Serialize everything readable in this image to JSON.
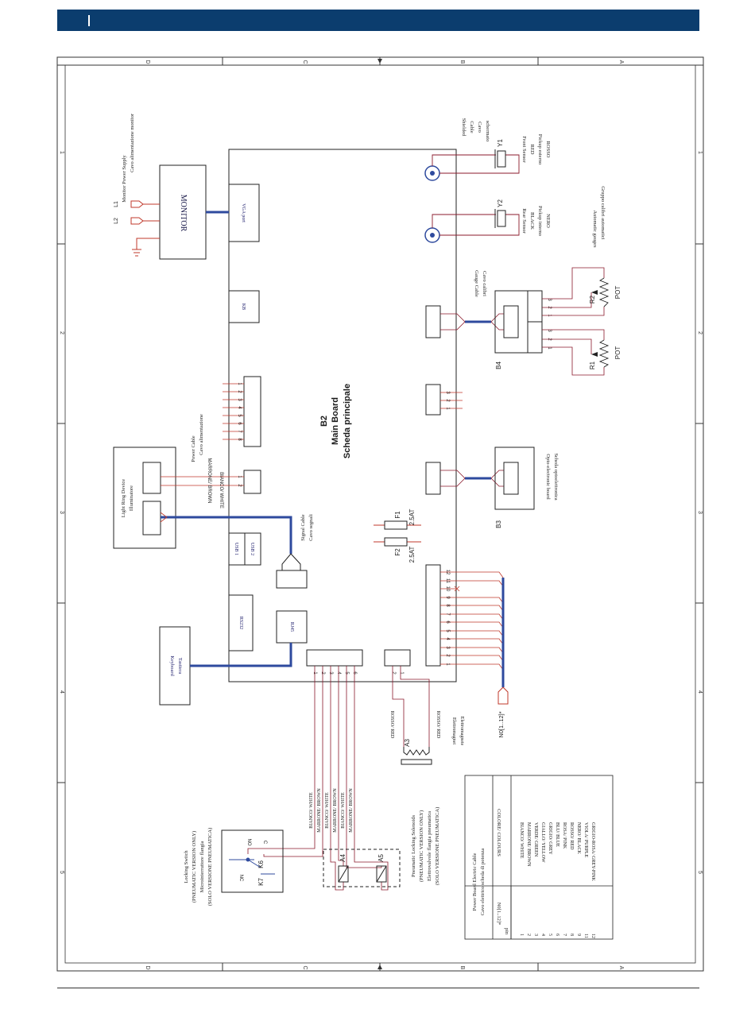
{
  "frame": {
    "cols": [
      "D",
      "C",
      "B",
      "A"
    ],
    "rows": [
      "1",
      "2",
      "3",
      "4",
      "5"
    ]
  },
  "monitor": {
    "label": "MONITOR",
    "power_supply": [
      "Monitor Power Supply",
      "Cavo alimentazione monitor"
    ],
    "l1": "L1",
    "l2": "L2"
  },
  "main_board": {
    "id": "B2",
    "title_en": "Main Board",
    "title_it": "Scheda principale",
    "vga": "VGA port",
    "kb": "KB",
    "usb1": "USB 1",
    "usb2": "USB 2",
    "rs232": "RS232",
    "rj45": "RJ45"
  },
  "power_cable": {
    "lines": [
      "Power Cable",
      "Cavo alimentazione"
    ],
    "pins": [
      "1",
      "2",
      "3",
      "4",
      "5",
      "6",
      "7",
      "8"
    ]
  },
  "light_ring": {
    "lines": [
      "Light Ring Device",
      "Illuminatore"
    ],
    "wire1": "MARRONE/ BROWN",
    "wire2": "BIANCO/ WHITE",
    "pins": [
      "1",
      "2"
    ]
  },
  "signal_cable": [
    "Signal Cable",
    "Cavo segnali"
  ],
  "keyboard": [
    "Keyboard",
    "Tastiera"
  ],
  "shielded": [
    "Shielded",
    "Cable",
    "Cavo",
    "schermato"
  ],
  "front_sensor": {
    "id": "Y1",
    "lines": [
      "Front Sensor",
      "RED",
      "Pickup esterno",
      "ROSSO"
    ]
  },
  "rear_sensor": {
    "id": "Y2",
    "lines": [
      "Rear Sensor",
      "BLACK",
      "Pickup interno",
      "NERO"
    ]
  },
  "gauge_cable": [
    "Gauge Cable",
    "Cavo calibri"
  ],
  "auto_gauges": [
    "Automatic gauges",
    "Gruppo calibri automatici"
  ],
  "b4": {
    "id": "B4",
    "r1": "R1",
    "r2": "R2",
    "pot": "POT",
    "pins": [
      "3",
      "2",
      "1"
    ]
  },
  "conn_3pin": [
    "3",
    "2",
    "1"
  ],
  "opto": {
    "id": "B3",
    "lines": [
      "Opto-electronic board",
      "Scheda optoelettronica"
    ]
  },
  "fuses": [
    {
      "id": "F1",
      "rating": "2.5AT"
    },
    {
      "id": "F2",
      "rating": "2.5AT"
    }
  ],
  "connector_12": {
    "pins": [
      "12",
      "11",
      "10",
      "9",
      "8",
      "7",
      "6",
      "5",
      "4",
      "3",
      "2",
      "1"
    ],
    "bus_label": "N0[1..12]*"
  },
  "locking_switch": {
    "lines": [
      "Locking Switch",
      "(PNEUMATIC VERSION ONLY)",
      "Microinterruttore flangia",
      "(SOLO VERSIONE PNEUMATICA)"
    ],
    "k6": "K6",
    "k7": "K7",
    "nc": "NC",
    "no": "NO",
    "c": "C"
  },
  "solenoids": {
    "lines": [
      "Pneumatic Locking Solenoids",
      "(PNEUMATIC VERSION ONLY)",
      "Elettrovalvole flangia pneumatica",
      "(SOLO VERSIONE PNEUMATICA)"
    ],
    "a4": "A4",
    "a5": "A5"
  },
  "six_pin": {
    "pins": [
      "1",
      "2",
      "3",
      "4",
      "5",
      "6"
    ],
    "wires": [
      "BIANCO/ WHITE",
      "MARRONE/ BROWN",
      "BIANCO/ WHITE",
      "MARRONE/ BROWN",
      "BIANCO/ WHITE",
      "MARRONE/ BROWN"
    ]
  },
  "electromagnet": {
    "id": "A3",
    "pins": [
      "2",
      "1"
    ],
    "wire_left": "ROSSO/ RED",
    "wire_right": "ROSSO/ RED",
    "lines": [
      "Elettromagnet",
      "Elettromagnete"
    ]
  },
  "legend": {
    "title": [
      "Power Board Electric Cable",
      "Cavo elettrico scheda di potenza"
    ],
    "col1": [
      "N0[1..12]*",
      "pin"
    ],
    "col2": "COLORE/ COLOURS",
    "pins": [
      "1",
      "2",
      "3",
      "4",
      "5",
      "6",
      "7",
      "8",
      "9",
      "11",
      "12"
    ],
    "colours": [
      "BIANCO/ WHITE",
      "MARRONE/ BROWN",
      "VERDE/ GREEN",
      "GIALLO/ YELLOW",
      "GRIGIO/ GREY",
      "BLU/ BLUE",
      "ROSA/ PINK",
      "ROSSO/ RED",
      "NERO/ BLACK",
      "VIOLA/ PURPLE",
      "GRIGIO-ROSA/ GREY-PINK"
    ]
  }
}
